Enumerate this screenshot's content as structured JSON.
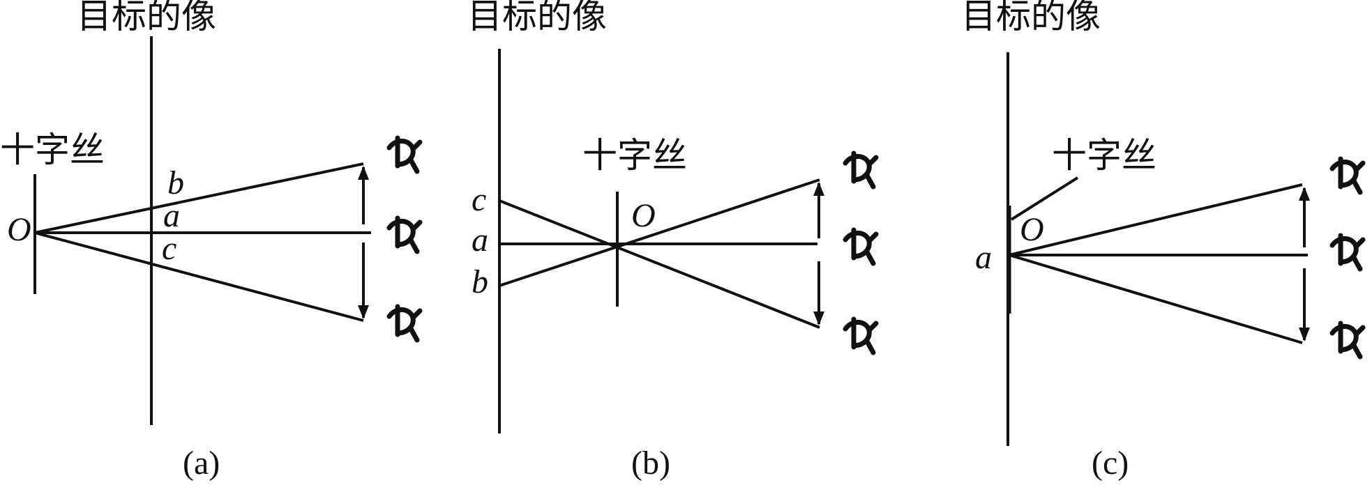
{
  "panels": [
    {
      "id": "a",
      "image_label": "目标的像",
      "crosshair_label": "十字丝",
      "caption": "(a)",
      "point_labels": {
        "O": "O",
        "a": "a",
        "b": "b",
        "c": "c"
      }
    },
    {
      "id": "b",
      "image_label": "目标的像",
      "crosshair_label": "十字丝",
      "caption": "(b)",
      "point_labels": {
        "O": "O",
        "a": "a",
        "b": "b",
        "c": "c"
      }
    },
    {
      "id": "c",
      "image_label": "目标的像",
      "crosshair_label": "十字丝",
      "caption": "(c)",
      "point_labels": {
        "O": "O",
        "a": "a"
      }
    }
  ],
  "colors": {
    "ink": "#111111",
    "background": "#ffffff"
  },
  "icons": [
    "eye-icon"
  ]
}
